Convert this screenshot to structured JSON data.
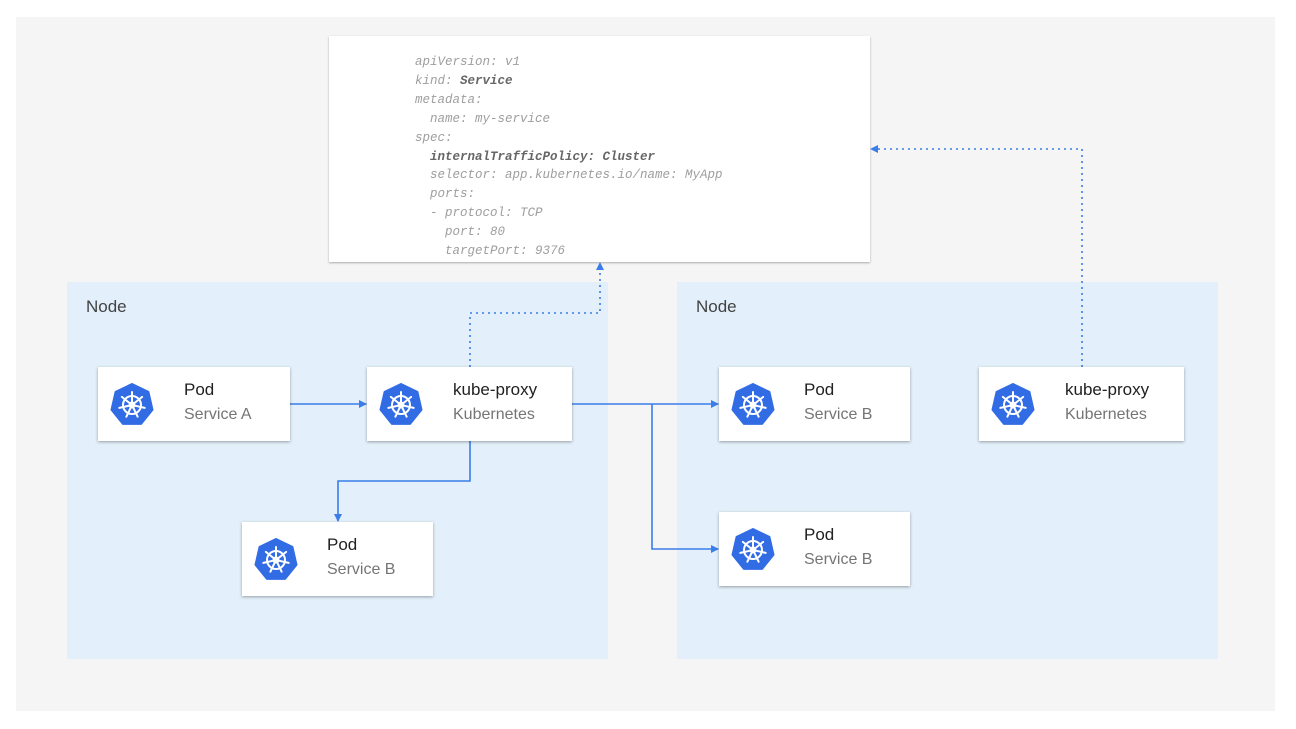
{
  "yaml": {
    "lines": [
      {
        "key": "apiVersion:",
        "val": " v1"
      },
      {
        "key": "kind:",
        "val": " Service",
        "bold_val": true
      },
      {
        "key": "metadata:",
        "val": ""
      },
      {
        "key": "  name:",
        "val": " my-service"
      },
      {
        "key": "spec:",
        "val": ""
      },
      {
        "key": "  internalTrafficPolicy:",
        "val": " Cluster",
        "bold_all": true
      },
      {
        "key": "  selector:",
        "val": " app.kubernetes.io/name: MyApp"
      },
      {
        "key": "  ports:",
        "val": ""
      },
      {
        "key": "  - protocol:",
        "val": " TCP"
      },
      {
        "key": "    port:",
        "val": " 80"
      },
      {
        "key": "    targetPort:",
        "val": " 9376"
      }
    ]
  },
  "nodes": [
    {
      "label": "Node"
    },
    {
      "label": "Node"
    }
  ],
  "cards": {
    "pod_a": {
      "title": "Pod",
      "subtitle": "Service A"
    },
    "proxy_1": {
      "title": "kube-proxy",
      "subtitle": "Kubernetes"
    },
    "pod_b1": {
      "title": "Pod",
      "subtitle": "Service B"
    },
    "pod_b2": {
      "title": "Pod",
      "subtitle": "Service B"
    },
    "pod_b3": {
      "title": "Pod",
      "subtitle": "Service B"
    },
    "proxy_2": {
      "title": "kube-proxy",
      "subtitle": "Kubernetes"
    }
  },
  "icon": "kubernetes-helm-icon",
  "colors": {
    "accent": "#326ce5",
    "arrow": "#3b7de9",
    "node_bg": "#e3f0fb",
    "panel_bg": "#f5f5f5"
  }
}
